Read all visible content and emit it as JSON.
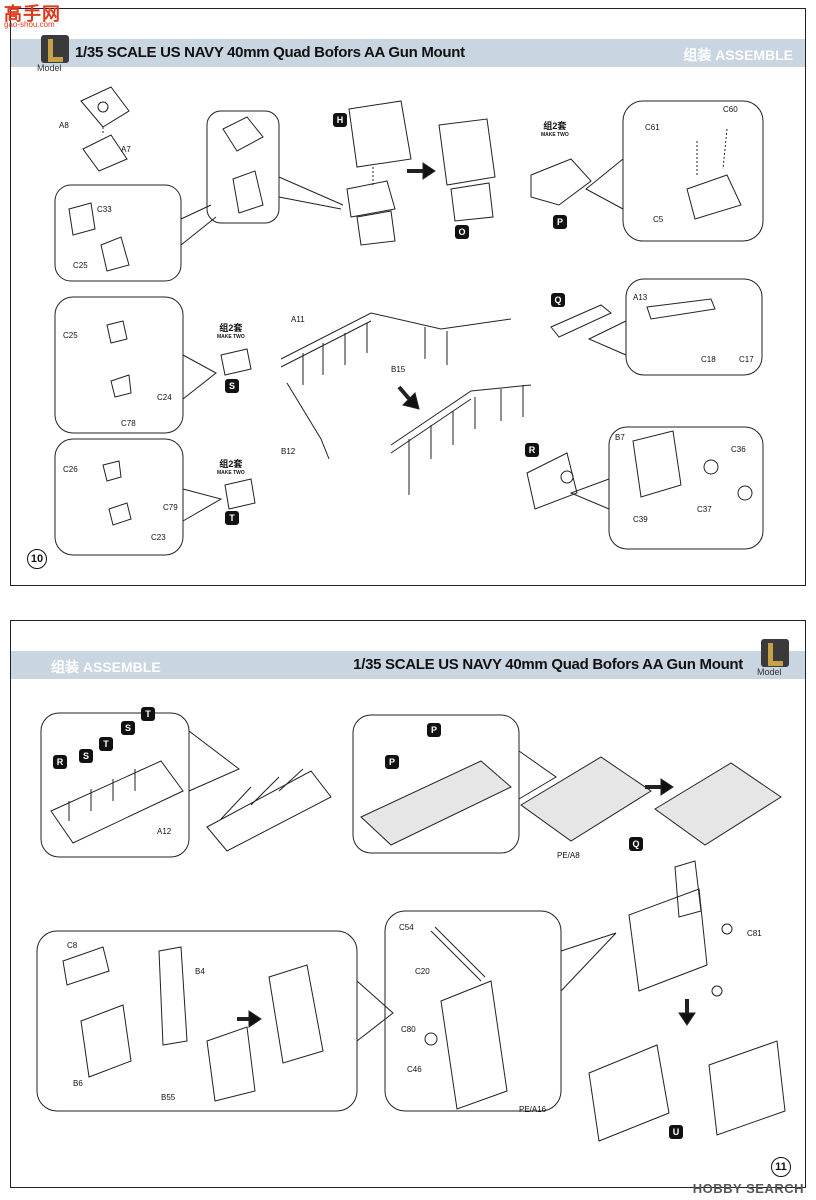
{
  "watermark": {
    "brand": "高手网",
    "url": "gao-shou.com"
  },
  "page10": {
    "title": "1/35 SCALE US NAVY 40mm Quad Bofors AA Gun Mount",
    "assemble": "组装  ASSEMBLE",
    "logo_text": "Model",
    "page_number": "10",
    "parts": {
      "A8": "A8",
      "A7": "A7",
      "C33": "C33",
      "C25a": "C25",
      "C61": "C61",
      "C60": "C60",
      "C5": "C5",
      "C25b": "C25",
      "C24": "C24",
      "C78": "C78",
      "C26": "C26",
      "C79": "C79",
      "C23": "C23",
      "A11": "A11",
      "B15": "B15",
      "B12": "B12",
      "A13": "A13",
      "C18": "C18",
      "C17": "C17",
      "B7": "B7",
      "C36": "C36",
      "C39": "C39",
      "C37": "C37"
    },
    "tags": {
      "H": "H",
      "O": "O",
      "P": "P",
      "Q": "Q",
      "R": "R",
      "S": "S",
      "T": "T"
    },
    "make_two_cn": "组2套",
    "make_two_en": "MAKE TWO"
  },
  "page11": {
    "title": "1/35 SCALE US NAVY 40mm Quad Bofors AA Gun Mount",
    "assemble": "组装  ASSEMBLE",
    "logo_text": "Model",
    "page_number": "11",
    "parts": {
      "A12": "A12",
      "PE_A8": "PE/A8",
      "C8": "C8",
      "B4": "B4",
      "B6": "B6",
      "B55": "B55",
      "C54": "C54",
      "C20": "C20",
      "C80": "C80",
      "C46": "C46",
      "PE_A16": "PE/A16",
      "C81": "C81"
    },
    "tags": {
      "R": "R",
      "S": "S",
      "T1": "T",
      "S2": "S",
      "T2": "T",
      "P1": "P",
      "P2": "P",
      "Q": "Q",
      "U": "U"
    }
  },
  "footer_watermark": "HOBBY SEARCH"
}
